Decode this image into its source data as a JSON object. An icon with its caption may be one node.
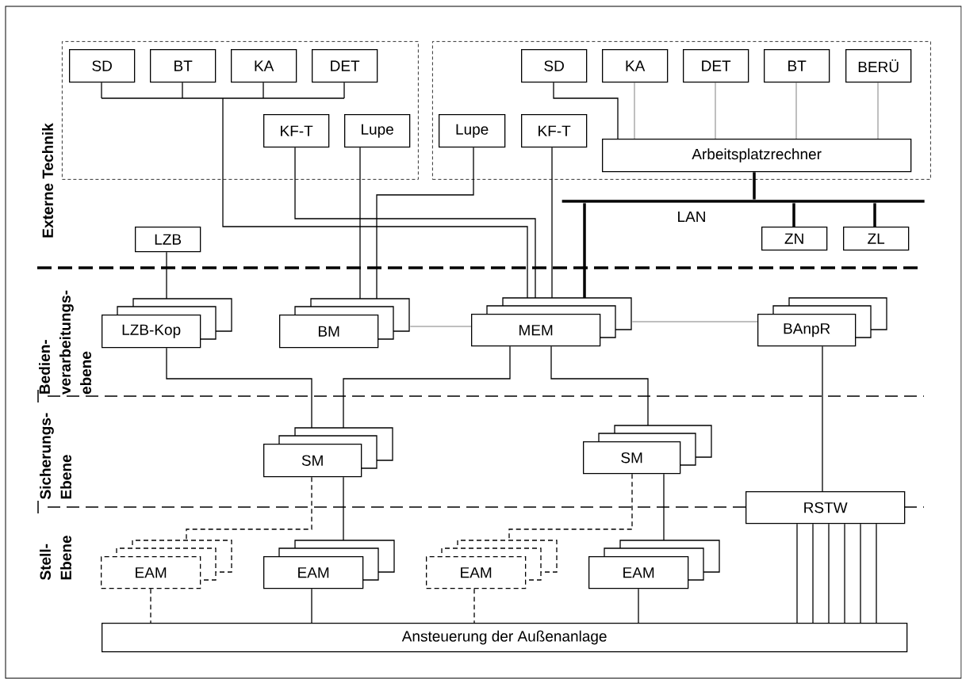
{
  "diagram": {
    "nodes": [
      {
        "text": [],
        "shape": "box"
      },
      {
        "text": [
          "SD"
        ],
        "in": 0
      },
      {
        "text": [
          "BT"
        ],
        "in": 0
      },
      {
        "text": [
          "KA"
        ],
        "in": 0
      },
      {
        "text": [
          "DET"
        ],
        "in": 0
      },
      {
        "text": [],
        "shape": "box"
      },
      {
        "text": [
          "SD"
        ],
        "in": 5
      },
      {
        "text": [
          "KA"
        ],
        "in": 5
      },
      {
        "text": [
          "DET"
        ],
        "in": 5
      },
      {
        "text": [
          "BT"
        ],
        "in": 5
      },
      {
        "text": [
          "BERÜ"
        ],
        "in": 5
      },
      {
        "text": [
          "KF-T"
        ],
        "in": 0
      },
      {
        "text": [
          "Lupe"
        ],
        "in": 0
      },
      {
        "text": [
          "Lupe"
        ],
        "in": 5
      },
      {
        "text": [
          "KF-T"
        ],
        "in": 5
      },
      {
        "text": [
          "Arbeitsplatzrechner"
        ],
        "in": 5
      },
      {
        "text": [
          "LAN"
        ]
      },
      {
        "text": [
          "LZB"
        ]
      },
      {
        "text": [
          "ZN"
        ]
      },
      {
        "text": [
          "ZL"
        ]
      },
      {
        "text": [
          "LZB-Kop"
        ]
      },
      {
        "text": [
          "BM"
        ]
      },
      {
        "text": [
          "MEM"
        ]
      },
      {
        "text": [
          "BAnpR"
        ]
      },
      {
        "text": [
          "SM"
        ]
      },
      {
        "text": [
          "SM"
        ]
      },
      {
        "text": [
          "RSTW"
        ]
      },
      {
        "text": [
          "EAM"
        ]
      },
      {
        "text": [
          "EAM"
        ]
      },
      {
        "text": [
          "EAM"
        ]
      },
      {
        "text": [
          "EAM"
        ]
      },
      {
        "text": [
          "Ansteuerung der Außenanlage"
        ]
      }
    ],
    "edges": [
      {
        "from": 1,
        "to": 22,
        "arrow": "none"
      },
      {
        "from": 2,
        "to": 22,
        "arrow": "none"
      },
      {
        "from": 3,
        "to": 22,
        "arrow": "none"
      },
      {
        "from": 4,
        "to": 22,
        "arrow": "none"
      },
      {
        "from": 11,
        "to": 22,
        "arrow": "none"
      },
      {
        "from": 12,
        "to": 21,
        "arrow": "none"
      },
      {
        "from": 13,
        "to": 21,
        "arrow": "none"
      },
      {
        "from": 14,
        "to": 22,
        "arrow": "none"
      },
      {
        "from": 6,
        "to": 15,
        "arrow": "none"
      },
      {
        "from": 7,
        "to": 15,
        "arrow": "none",
        "color": "#808080"
      },
      {
        "from": 8,
        "to": 15,
        "arrow": "none",
        "color": "#808080"
      },
      {
        "from": 9,
        "to": 15,
        "arrow": "none",
        "color": "#808080"
      },
      {
        "from": 10,
        "to": 15,
        "arrow": "none",
        "color": "#808080"
      },
      {
        "from": 15,
        "to": 16,
        "arrow": "none",
        "style": "thick"
      },
      {
        "from": 16,
        "to": 18,
        "arrow": "none",
        "style": "thick"
      },
      {
        "from": 16,
        "to": 19,
        "arrow": "none",
        "style": "thick"
      },
      {
        "from": 16,
        "to": 22,
        "arrow": "none",
        "style": "thick"
      },
      {
        "from": 17,
        "to": 20,
        "arrow": "none"
      },
      {
        "from": 21,
        "to": 22,
        "arrow": "none",
        "color": "#808080"
      },
      {
        "from": 22,
        "to": 23,
        "arrow": "none",
        "color": "#808080"
      },
      {
        "from": 20,
        "to": 24,
        "arrow": "none"
      },
      {
        "from": 22,
        "to": 24,
        "arrow": "none"
      },
      {
        "from": 22,
        "to": 25,
        "arrow": "none"
      },
      {
        "from": 23,
        "to": 26,
        "arrow": "none"
      },
      {
        "from": 24,
        "to": 27,
        "arrow": "none",
        "style": "dashed"
      },
      {
        "from": 24,
        "to": 28,
        "arrow": "none"
      },
      {
        "from": 25,
        "to": 29,
        "arrow": "none",
        "style": "dashed"
      },
      {
        "from": 25,
        "to": 30,
        "arrow": "none"
      },
      {
        "from": 27,
        "to": 31,
        "arrow": "none",
        "style": "dashed"
      },
      {
        "from": 28,
        "to": 31,
        "arrow": "none"
      },
      {
        "from": 29,
        "to": 31,
        "arrow": "none",
        "style": "dashed"
      },
      {
        "from": 30,
        "to": 31,
        "arrow": "none"
      },
      {
        "from": 26,
        "to": 31,
        "arrow": "none"
      },
      {
        "from": 26,
        "to": 31,
        "arrow": "none"
      },
      {
        "from": 26,
        "to": 31,
        "arrow": "none"
      },
      {
        "from": 26,
        "to": 31,
        "arrow": "none"
      },
      {
        "from": 26,
        "to": 31,
        "arrow": "none"
      },
      {
        "from": 26,
        "to": 31,
        "arrow": "none"
      }
    ],
    "labels": [
      "Externe Technik",
      "Bedien- verarbeitungs- ebene",
      "Sicherungs- Ebene",
      "Stell- Ebene"
    ]
  }
}
